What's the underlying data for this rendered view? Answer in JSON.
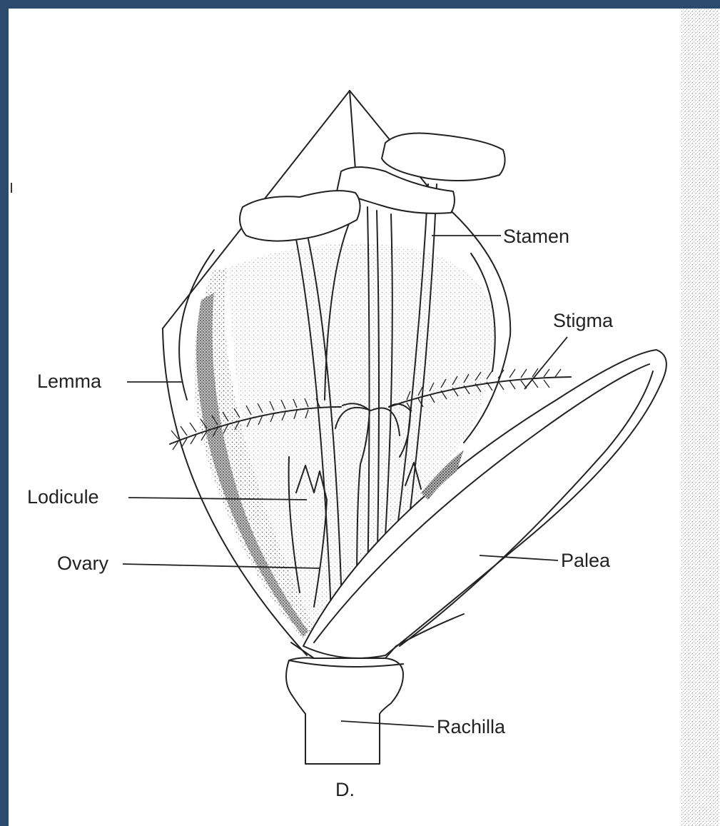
{
  "diagram": {
    "labels": {
      "stamen": "Stamen",
      "stigma": "Stigma",
      "lemma": "Lemma",
      "lodicule": "Lodicule",
      "ovary": "Ovary",
      "palea": "Palea",
      "rachilla": "Rachilla"
    },
    "panel_letter": "D.",
    "colors": {
      "frame": "#2b4a6e",
      "paper": "#ffffff",
      "ink": "#222222"
    }
  }
}
